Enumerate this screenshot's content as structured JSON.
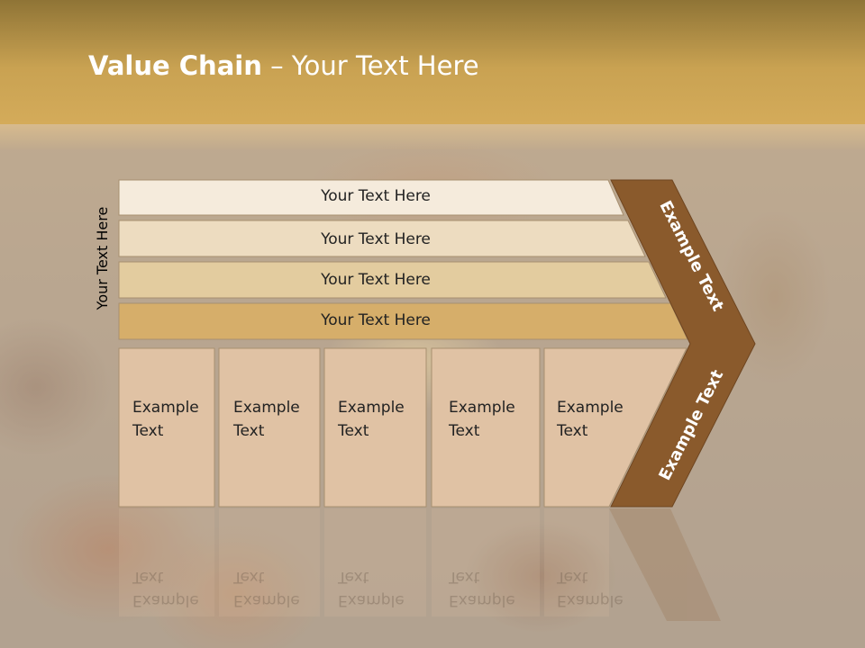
{
  "slide": {
    "title_bold": "Value Chain",
    "title_rest": " – Your Text Here",
    "side_label": "Your Text Here"
  },
  "rows": [
    {
      "label": "Your Text Here",
      "color": "#f5ebdc"
    },
    {
      "label": "Your Text Here",
      "color": "#eddcc0"
    },
    {
      "label": "Your Text Here",
      "color": "#e3cc9f"
    },
    {
      "label": "Your Text Here",
      "color": "#d6ae6a"
    }
  ],
  "columns": [
    {
      "line1": "Example",
      "line2": "Text"
    },
    {
      "line1": "Example",
      "line2": "Text"
    },
    {
      "line1": "Example",
      "line2": "Text"
    },
    {
      "line1": "Example",
      "line2": "Text"
    },
    {
      "line1": "Example",
      "line2": "Text"
    }
  ],
  "arrow": {
    "upper_label": "Example Text",
    "lower_label": "Example Text",
    "color": "#8a5a2c"
  },
  "colors": {
    "column_fill": "#e0c2a4",
    "header": "#c9a252"
  }
}
